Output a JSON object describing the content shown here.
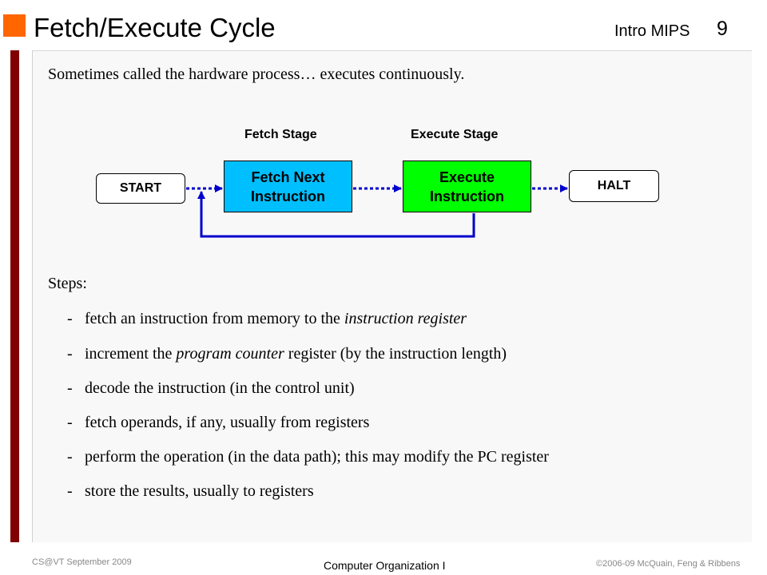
{
  "header": {
    "title": "Fetch/Execute Cycle",
    "course": "Intro MIPS",
    "page_number": "9",
    "accent_color": "#ff6600",
    "bar_color": "#800000"
  },
  "intro": "Sometimes called the hardware process… executes continuously.",
  "diagram": {
    "fetch_stage_label": "Fetch Stage",
    "execute_stage_label": "Execute Stage",
    "start_label": "START",
    "fetch_box": {
      "line1": "Fetch Next",
      "line2": "Instruction",
      "color": "#00bfff"
    },
    "execute_box": {
      "line1": "Execute",
      "line2": "Instruction",
      "color": "#00ff00"
    },
    "halt_label": "HALT",
    "arrow_color": "#0000cc"
  },
  "steps": {
    "heading": "Steps:",
    "items": [
      {
        "dash": "-",
        "pre": "fetch an instruction from memory to the ",
        "em": "instruction register",
        "post": ""
      },
      {
        "dash": "-",
        "pre": "increment the ",
        "em": "program counter",
        "post": " register (by the instruction length)"
      },
      {
        "dash": "-",
        "pre": "decode the instruction (in the control unit)",
        "em": "",
        "post": ""
      },
      {
        "dash": "-",
        "pre": "fetch operands, if any, usually from registers",
        "em": "",
        "post": ""
      },
      {
        "dash": "-",
        "pre": "perform the operation (in the data path); this may modify the PC register",
        "em": "",
        "post": ""
      },
      {
        "dash": "-",
        "pre": "store the results, usually to registers",
        "em": "",
        "post": ""
      }
    ]
  },
  "footer": {
    "left": "CS@VT September 2009",
    "center": "Computer Organization I",
    "right": "©2006-09  McQuain, Feng & Ribbens"
  }
}
